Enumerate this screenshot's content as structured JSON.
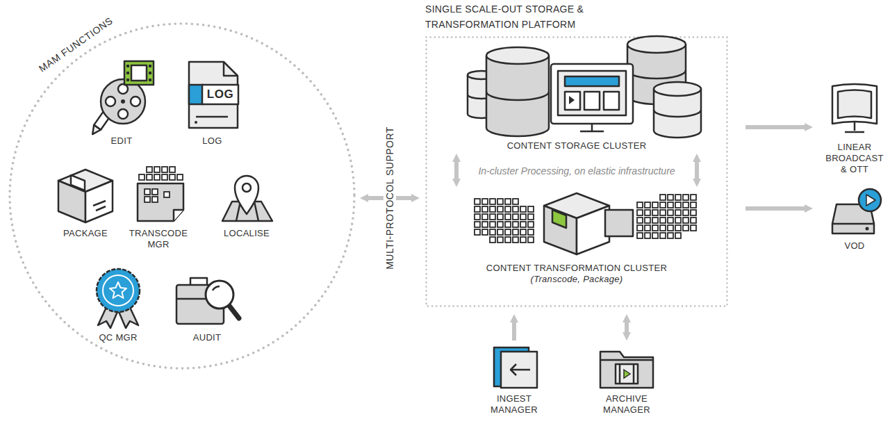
{
  "diagram": {
    "nodes": [
      {
        "text": [
          "MAM FUNCTIONS"
        ]
      },
      {
        "text": [
          "EDIT"
        ],
        "in": 0
      },
      {
        "text": [
          "LOG"
        ],
        "in": 0
      },
      {
        "text": [
          "PACKAGE"
        ],
        "in": 0
      },
      {
        "text": [
          "TRANSCODE MGR"
        ],
        "in": 0
      },
      {
        "text": [
          "LOCALISE"
        ],
        "in": 0
      },
      {
        "text": [
          "QC MGR"
        ],
        "in": 0
      },
      {
        "text": [
          "AUDIT"
        ],
        "in": 0
      },
      {
        "text": [
          "SINGLE SCALE-OUT STORAGE & TRANSFORMATION PLATFORM"
        ]
      },
      {
        "text": [
          "CONTENT STORAGE CLUSTER"
        ],
        "in": 8
      },
      {
        "text": [
          "CONTENT TRANSFORMATION CLUSTER",
          "(Transcode, Package)"
        ],
        "in": 8
      },
      {
        "text": [
          "LINEAR BROADCAST & OTT"
        ]
      },
      {
        "text": [
          "VOD"
        ]
      },
      {
        "text": [
          "INGEST MANAGER"
        ]
      },
      {
        "text": [
          "ARCHIVE MANAGER"
        ]
      }
    ],
    "edges": [
      {
        "from": 0,
        "to": 8,
        "arrow": "both",
        "label": "MULTI-PROTOCOL SUPPORT"
      },
      {
        "from": 9,
        "to": 10,
        "arrow": "both"
      },
      {
        "from": 9,
        "to": 10,
        "arrow": "both"
      },
      {
        "from": 8,
        "to": 11,
        "arrow": "to"
      },
      {
        "from": 8,
        "to": 12,
        "arrow": "to"
      },
      {
        "from": 13,
        "to": 8,
        "arrow": "to"
      },
      {
        "from": 14,
        "to": 8,
        "arrow": "both"
      }
    ],
    "labels": [
      "LOG",
      "In-cluster Processing, on elastic infrastructure"
    ]
  }
}
